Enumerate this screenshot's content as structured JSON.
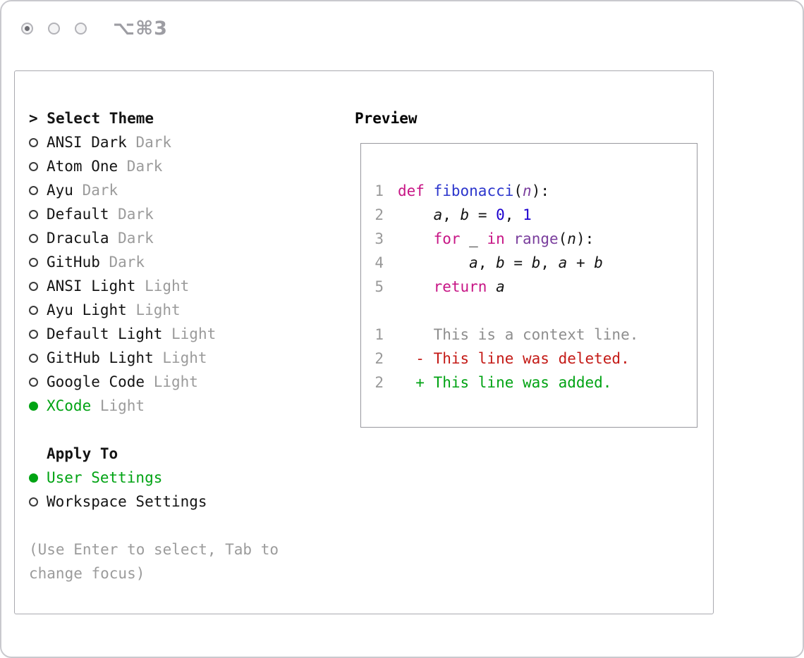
{
  "window": {
    "shortcut": "⌥⌘3"
  },
  "colors": {
    "green": "#00A313",
    "red": "#C41A16",
    "magenta": "#C71585",
    "blue": "#2B35CC",
    "num_blue": "#1C00CF",
    "purple": "#7A3E9D",
    "gray": "#9B9B9B"
  },
  "theme_panel": {
    "title_prefix": "> ",
    "title": "Select Theme",
    "themes": [
      {
        "name": "ANSI Dark",
        "variant": "Dark",
        "selected": false
      },
      {
        "name": "Atom One",
        "variant": "Dark",
        "selected": false
      },
      {
        "name": "Ayu",
        "variant": "Dark",
        "selected": false
      },
      {
        "name": "Default",
        "variant": "Dark",
        "selected": false
      },
      {
        "name": "Dracula",
        "variant": "Dark",
        "selected": false
      },
      {
        "name": "GitHub",
        "variant": "Dark",
        "selected": false
      },
      {
        "name": "ANSI Light",
        "variant": "Light",
        "selected": false
      },
      {
        "name": "Ayu Light",
        "variant": "Light",
        "selected": false
      },
      {
        "name": "Default Light",
        "variant": "Light",
        "selected": false
      },
      {
        "name": "GitHub Light",
        "variant": "Light",
        "selected": false
      },
      {
        "name": "Google Code",
        "variant": "Light",
        "selected": false
      },
      {
        "name": "XCode",
        "variant": "Light",
        "selected": true
      }
    ],
    "apply_title": "Apply To",
    "apply_options": [
      {
        "label": "User Settings",
        "selected": true
      },
      {
        "label": "Workspace Settings",
        "selected": false
      }
    ],
    "hint": "(Use Enter to select, Tab to change focus)"
  },
  "preview": {
    "title": "Preview",
    "lines": [
      {
        "num": "1",
        "tokens": [
          [
            "kw",
            "def"
          ],
          [
            "pl",
            " "
          ],
          [
            "fn",
            "fibonacci"
          ],
          [
            "pl",
            "("
          ],
          [
            "pm",
            "n"
          ],
          [
            "pl",
            "):"
          ]
        ]
      },
      {
        "num": "2",
        "tokens": [
          [
            "pl",
            "    "
          ],
          [
            "va",
            "a"
          ],
          [
            "pl",
            ", "
          ],
          [
            "va",
            "b"
          ],
          [
            "pl",
            " = "
          ],
          [
            "nu",
            "0"
          ],
          [
            "pl",
            ", "
          ],
          [
            "nu",
            "1"
          ]
        ]
      },
      {
        "num": "3",
        "tokens": [
          [
            "pl",
            "    "
          ],
          [
            "kw",
            "for"
          ],
          [
            "pl",
            " _ "
          ],
          [
            "kw",
            "in"
          ],
          [
            "pl",
            " "
          ],
          [
            "ty",
            "range"
          ],
          [
            "pl",
            "("
          ],
          [
            "va",
            "n"
          ],
          [
            "pl",
            "):"
          ]
        ]
      },
      {
        "num": "4",
        "tokens": [
          [
            "pl",
            "        "
          ],
          [
            "va",
            "a"
          ],
          [
            "pl",
            ", "
          ],
          [
            "va",
            "b"
          ],
          [
            "pl",
            " = "
          ],
          [
            "va",
            "b"
          ],
          [
            "pl",
            ", "
          ],
          [
            "va",
            "a"
          ],
          [
            "pl",
            " + "
          ],
          [
            "va",
            "b"
          ]
        ]
      },
      {
        "num": "5",
        "tokens": [
          [
            "pl",
            "    "
          ],
          [
            "kw",
            "return"
          ],
          [
            "pl",
            " "
          ],
          [
            "va",
            "a"
          ]
        ]
      },
      {
        "num": "",
        "tokens": []
      },
      {
        "num": "1",
        "tokens": [
          [
            "ctx",
            "    This is a context line."
          ]
        ]
      },
      {
        "num": "2",
        "tokens": [
          [
            "del",
            "  - This line was deleted."
          ]
        ]
      },
      {
        "num": "2",
        "tokens": [
          [
            "add",
            "  + This line was added."
          ]
        ]
      }
    ]
  }
}
